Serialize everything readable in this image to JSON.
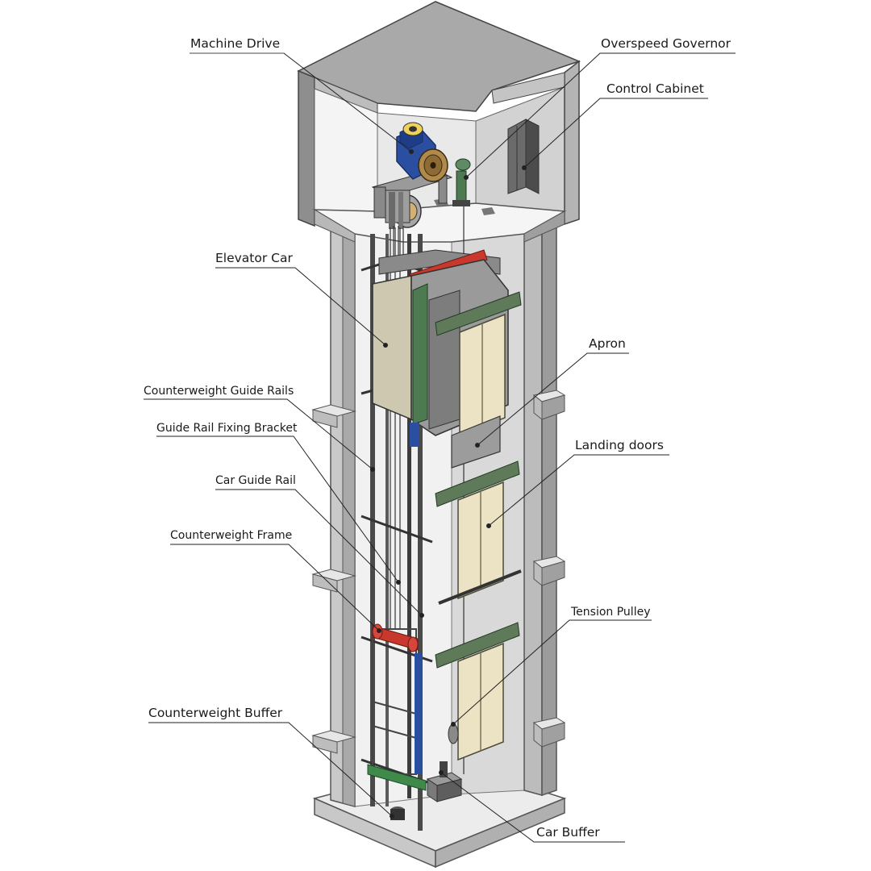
{
  "labels": {
    "machine_drive": "Machine Drive",
    "overspeed_governor": "Overspeed Governor",
    "control_cabinet": "Control Cabinet",
    "elevator_car": "Elevator Car",
    "apron": "Apron",
    "counterweight_guide_rails": "Counterweight Guide Rails",
    "guide_rail_fixing_bracket": "Guide Rail Fixing Bracket",
    "landing_doors": "Landing doors",
    "car_guide_rail": "Car Guide Rail",
    "counterweight_frame": "Counterweight Frame",
    "tension_pulley": "Tension Pulley",
    "counterweight_buffer": "Counterweight Buffer",
    "car_buffer": "Car Buffer"
  },
  "colors": {
    "concrete": "#c6c6c6",
    "concrete_dark": "#9a9a9a",
    "machine_blue": "#2a4fa0",
    "pulley_gold": "#b08a4a",
    "governor_green": "#4e7a52",
    "door_cream": "#ece3c4",
    "door_frame_green": "#5e7a58",
    "counterweight_red": "#c8382c",
    "buffer_green": "#3f8a4a",
    "car_panel": "#cfc8b0"
  }
}
